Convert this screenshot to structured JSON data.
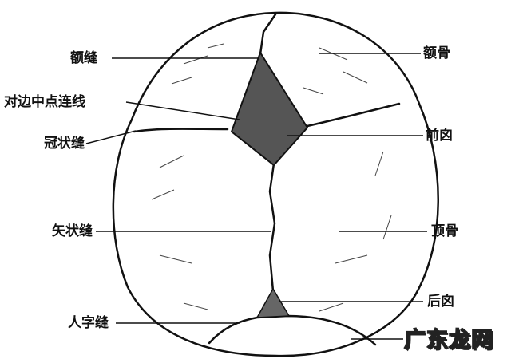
{
  "labels": {
    "frontal_suture": "额缝",
    "frontal_bone": "额骨",
    "midpoint_line": "对边中点连线",
    "anterior_fontanelle": "前囟",
    "coronal_suture": "冠状缝",
    "sagittal_suture": "矢状缝",
    "parietal_bone": "顶骨",
    "posterior_fontanelle": "后囟",
    "lambdoid_suture": "人字缝"
  },
  "watermark": "广东龙网"
}
